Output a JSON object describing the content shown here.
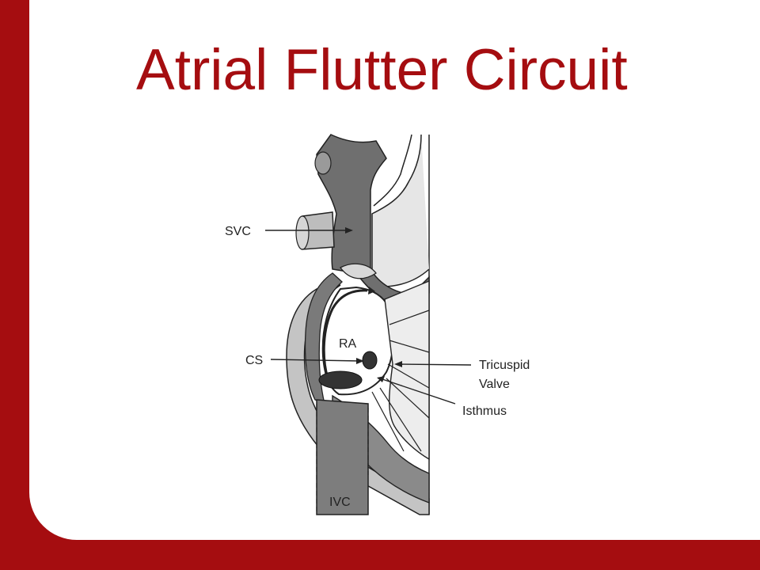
{
  "slide": {
    "title": "Atrial Flutter Circuit",
    "accent_color": "#a50d10"
  },
  "diagram": {
    "labels": {
      "svc": "SVC",
      "ra": "RA",
      "cs": "CS",
      "tricuspid_line1": "Tricuspid",
      "tricuspid_line2": "Valve",
      "isthmus": "Isthmus",
      "ivc": "IVC"
    }
  }
}
